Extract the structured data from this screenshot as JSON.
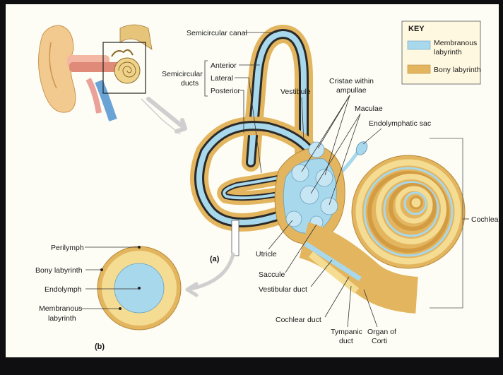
{
  "diagram": {
    "labels": {
      "semicircular_canal": "Semicircular canal",
      "anterior": "Anterior",
      "lateral": "Lateral",
      "posterior": "Posterior",
      "semicircular_ducts_1": "Semicircular",
      "semicircular_ducts_2": "ducts",
      "vestibule": "Vestibule",
      "cristae_1": "Cristae within",
      "cristae_2": "ampullae",
      "maculae": "Maculae",
      "endolymphatic_sac": "Endolymphatic sac",
      "cochlea": "Cochlea",
      "utricle": "Utricle",
      "saccule": "Saccule",
      "vestibular_duct": "Vestibular duct",
      "cochlear_duct": "Cochlear duct",
      "tympanic_1": "Tympanic",
      "tympanic_2": "duct",
      "organ_1": "Organ of",
      "organ_2": "Corti",
      "part_a": "(a)",
      "part_b": "(b)",
      "perilymph": "Perilymph",
      "bony_labyrinth": "Bony labyrinth",
      "endolymph": "Endolymph",
      "membranous_1": "Membranous",
      "membranous_2": "labyrinth"
    },
    "key": {
      "title": "KEY",
      "membranous_1": "Membranous",
      "membranous_2": "labyrinth",
      "bony": "Bony labyrinth",
      "membranous_color": "#a8d8ec",
      "bony_color": "#e3b55e"
    },
    "colors": {
      "background": "#fdfdf6",
      "bony": "#e3b55e",
      "bony_light": "#f4dc92",
      "membranous": "#a8d8ec",
      "dark_line": "#2a2a2a"
    }
  }
}
